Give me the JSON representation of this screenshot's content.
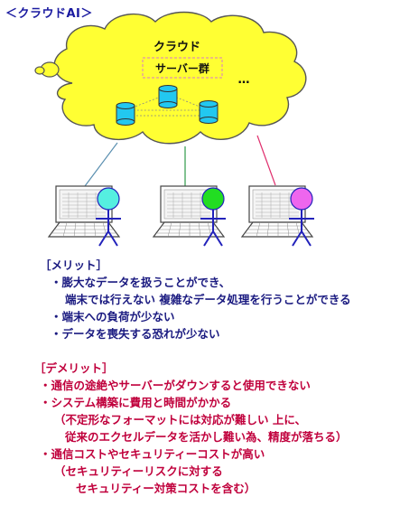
{
  "title": "＜クラウドAI＞",
  "cloud": {
    "label": "クラウド",
    "server_group_label": "サーバー群",
    "ellipsis": "…"
  },
  "colors": {
    "cloud_fill": "#ffff33",
    "cloud_stroke": "#555555",
    "server_fill": "#22c8f0",
    "server_group_border": "#d87ac8",
    "line_left": "#5a8fb0",
    "line_center": "#2e9a4a",
    "line_right": "#e0306e",
    "user_left": "#55efe0",
    "user_center": "#22dd22",
    "user_right": "#ee66ee",
    "figure_line": "#2222bb",
    "merit_text": "#1a1a80",
    "demerit_text": "#c0003c"
  },
  "merits": {
    "heading": "［メリット］",
    "line1": "・膨大なデータを扱うことができ、",
    "line2": "端末では行えない 複雑なデータ処理を行うことができる",
    "line3": "・端末への負荷が少ない",
    "line4": "・データを喪失する恐れが少ない"
  },
  "demerits": {
    "heading": "［デメリット］",
    "line1": "・通信の途絶やサーバーがダウンすると使用できない",
    "line2": "・システム構築に費用と時間がかかる",
    "line3": "（不定形なフォーマットには対応が難しい 上に、",
    "line4": "従来のエクセルデータを活かし難い為、精度が落ちる）",
    "line5": "・通信コストやセキュリティーコストが高い",
    "line6": "（セキュリティーリスクに対する",
    "line7": "セキュリティー対策コストを含む）"
  }
}
